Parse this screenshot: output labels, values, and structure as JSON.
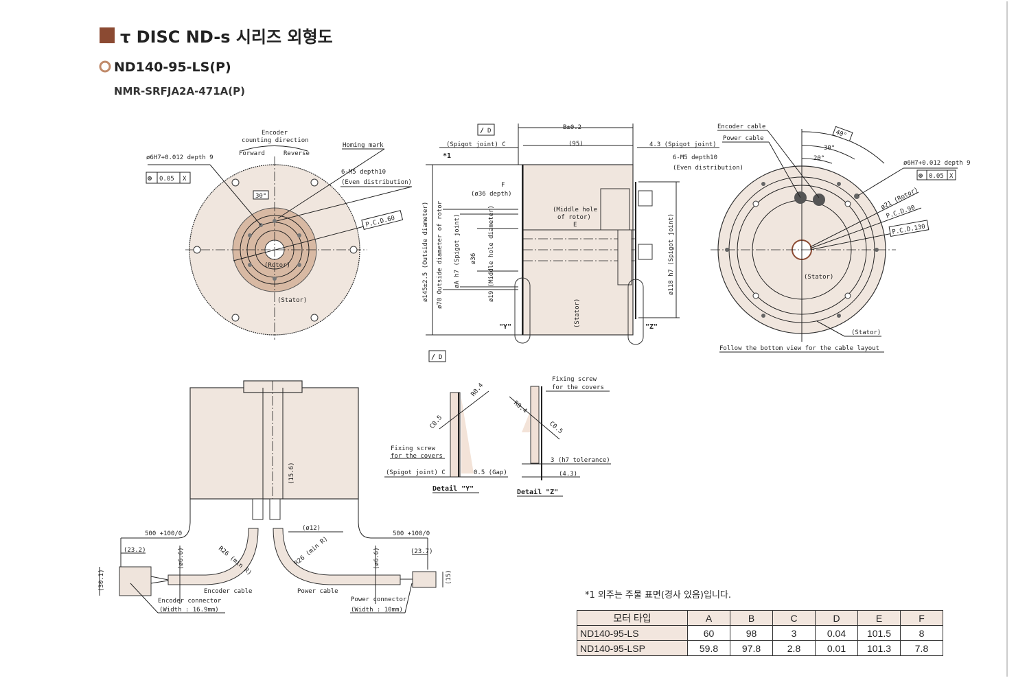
{
  "header": {
    "title": "τ DISC ND-s 시리즈  외형도",
    "model": "ND140-95-LS(P)",
    "driver": "NMR-SRFJA2A-471A(P)",
    "accent_color": "#8B4A32"
  },
  "front_view": {
    "encoder_dir": "Encoder",
    "encoder_dir2": "counting direction",
    "forward": "Forward",
    "reverse": "Reverse",
    "homing": "Homing mark",
    "pin_hole": "ø6H7+0.012 depth 9",
    "tol": "0.05",
    "datum_x": "X",
    "tap": "6-M5 depth10",
    "even": "(Even distribution)",
    "angle": "30°",
    "pcd": "P.C.D.60",
    "rotor": "(Rotor)",
    "stator": "(Stator)"
  },
  "side_view": {
    "b_dim": "B±0.2",
    "dim95": "(95)",
    "spigot_c": "(Spigot joint) C",
    "spigot_43": "4.3 (Spigot joint)",
    "tap": "6-M5 depth10",
    "even": "(Even distribution)",
    "note1": "*1",
    "f": "F",
    "phi36": "(ø36 depth)",
    "middle_hole": "(Middle hole",
    "of_rotor": "of rotor)",
    "e": "E",
    "od": "ø145±2.5 (Outside diameter)",
    "od_rotor": "ø70 Outside diameter of rotor",
    "spigot_a": "øA h7 (Spigot joint)",
    "phi36b": "ø36",
    "mid_hole_dia": "ø19 (Middle hole diameter)",
    "phi118": "ø118 h7 (Spigot joint)",
    "stator": "(Stator)",
    "y": "\"Y\"",
    "z": "\"Z\"",
    "datum_d": "D"
  },
  "rear_view": {
    "enc_cable": "Encoder cable",
    "pwr_cable": "Power cable",
    "a40": "40°",
    "a30": "30°",
    "a20": "20°",
    "pin": "ø6H7+0.012 depth 9",
    "tol": "0.05",
    "datum_x": "X",
    "rotor21": "ø21 (Rotor)",
    "pcd90": "P.C.D.90",
    "pcd130": "P.C.D.130",
    "stator": "(Stator)",
    "stator2": "(Stator)",
    "follow": "Follow the bottom view for the cable layout"
  },
  "bottom_view": {
    "len1": "500 +100/0",
    "len2": "500 +100/0",
    "d232": "(23.2)",
    "d237": "(23.7)",
    "d301": "(30.1)",
    "d15": "(15)",
    "d66a": "(ø6.6)",
    "d66b": "(ø6.6)",
    "r26a": "R26 (min R)",
    "r26b": "R26 (min R)",
    "phi12": "(ø12)",
    "d156": "(15.6)",
    "enc_cable": "Encoder cable",
    "pwr_cable": "Power cable",
    "enc_conn": "Encoder connector",
    "enc_w": "(Width : 16.9mm)",
    "pwr_conn": "Power connector",
    "pwr_w": "(Width : 10mm)"
  },
  "details": {
    "c05a": "C0.5",
    "r04a": "R0.4",
    "fix": "Fixing screw",
    "fix2": "for the covers",
    "spigot": "(Spigot joint) C",
    "gap": "0.5 (Gap)",
    "detail_y": "Detail \"Y\"",
    "r04b": "R0.4",
    "c05b": "C0.5",
    "fix_b": "Fixing screw",
    "fix2_b": "for the covers",
    "h7": "3 (h7 tolerance)",
    "d43": "(4.3)",
    "detail_z": "Detail \"Z\""
  },
  "note": "*1  외주는 주물 표면(경사 있음)입니다.",
  "table": {
    "headers": [
      "모터 타입",
      "A",
      "B",
      "C",
      "D",
      "E",
      "F"
    ],
    "rows": [
      [
        "ND140-95-LS",
        "60",
        "98",
        "3",
        "0.04",
        "101.5",
        "8"
      ],
      [
        "ND140-95-LSP",
        "59.8",
        "97.8",
        "2.8",
        "0.01",
        "101.3",
        "7.8"
      ]
    ]
  }
}
